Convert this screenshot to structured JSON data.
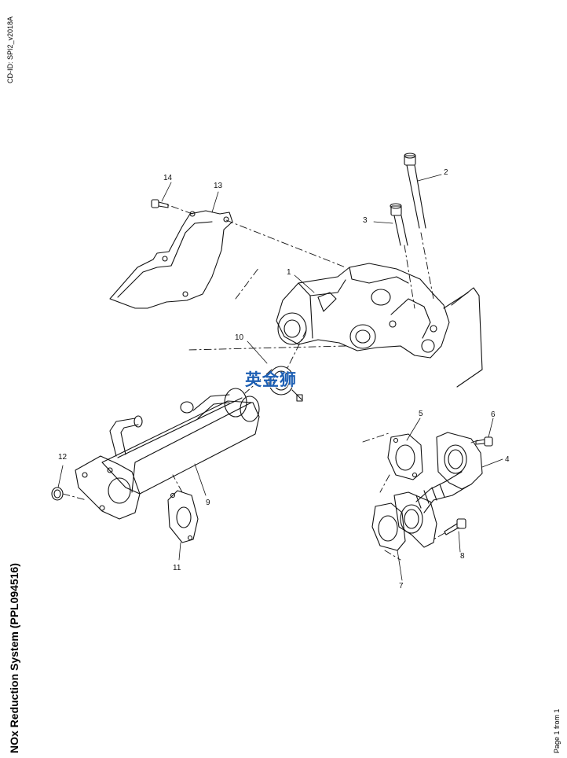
{
  "document": {
    "cd_id": "CD-ID: SPI2_v2018A",
    "title": "NOx Reduction System (PPL094516)",
    "page": "Page 1 from 1"
  },
  "callouts": [
    {
      "id": "c1",
      "label": "1"
    },
    {
      "id": "c2",
      "label": "2"
    },
    {
      "id": "c3",
      "label": "3"
    },
    {
      "id": "c4",
      "label": "4"
    },
    {
      "id": "c5",
      "label": "5"
    },
    {
      "id": "c6",
      "label": "6"
    },
    {
      "id": "c7",
      "label": "7"
    },
    {
      "id": "c8",
      "label": "8"
    },
    {
      "id": "c9",
      "label": "9"
    },
    {
      "id": "c10",
      "label": "10"
    },
    {
      "id": "c11",
      "label": "11"
    },
    {
      "id": "c12",
      "label": "12"
    },
    {
      "id": "c13",
      "label": "13"
    },
    {
      "id": "c14",
      "label": "14"
    }
  ],
  "watermark": "英金狮"
}
